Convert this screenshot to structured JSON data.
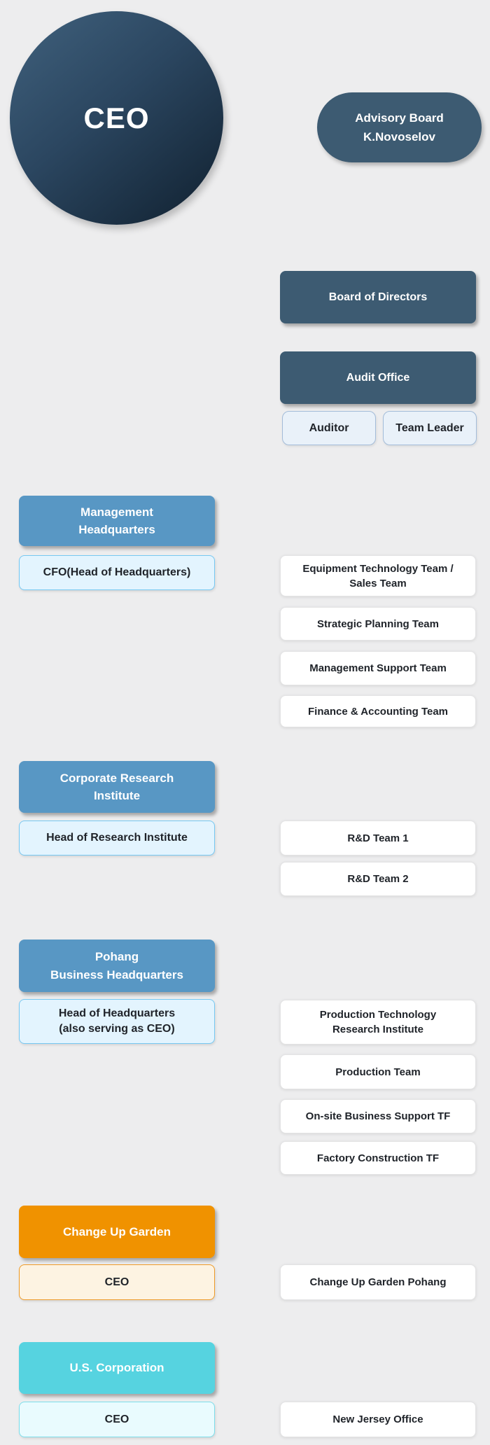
{
  "colors": {
    "background": "#ededee",
    "dark_navy": "#3d5b72",
    "blue": "#5897c4",
    "orange": "#f09200",
    "cyan": "#56d3e0",
    "light_blue_fill": "#e3f4fe",
    "light_blue_border": "#76c8f2",
    "light_orange_fill": "#fdf3e2",
    "light_orange_border": "#ee9a27",
    "light_cyan_fill": "#e9fbfe",
    "light_cyan_border": "#7ddeeb",
    "muted_blue_fill": "#e9f1f9",
    "muted_blue_border": "#a3bcd9",
    "white_box_border": "#e3e3e4",
    "text_dark": "#1f2329"
  },
  "ceo_circle": {
    "label": "CEO"
  },
  "advisory_board": {
    "line1": "Advisory Board",
    "line2": "K.Novoselov"
  },
  "board_of_directors": {
    "label": "Board of Directors"
  },
  "audit_office": {
    "label": "Audit Office",
    "members": [
      "Auditor",
      "Team Leader"
    ]
  },
  "sections": [
    {
      "title": "Management\nHeadquarters",
      "leader": "CFO(Head of Headquarters)",
      "teams": [
        "Equipment Technology Team /\nSales Team",
        "Strategic Planning Team",
        "Management Support Team",
        "Finance & Accounting Team"
      ]
    },
    {
      "title": "Corporate Research\nInstitute",
      "leader": "Head of Research Institute",
      "teams": [
        "R&D Team 1",
        "R&D Team 2"
      ]
    },
    {
      "title": "Pohang\nBusiness Headquarters",
      "leader": "Head of Headquarters\n(also serving as CEO)",
      "teams": [
        "Production Technology\nResearch Institute",
        "Production Team",
        "On-site Business Support TF",
        "Factory Construction TF"
      ]
    },
    {
      "title": "Change Up Garden",
      "leader": "CEO",
      "teams": [
        "Change Up Garden Pohang"
      ]
    },
    {
      "title": "U.S. Corporation",
      "leader": "CEO",
      "teams": [
        "New Jersey Office"
      ]
    }
  ]
}
